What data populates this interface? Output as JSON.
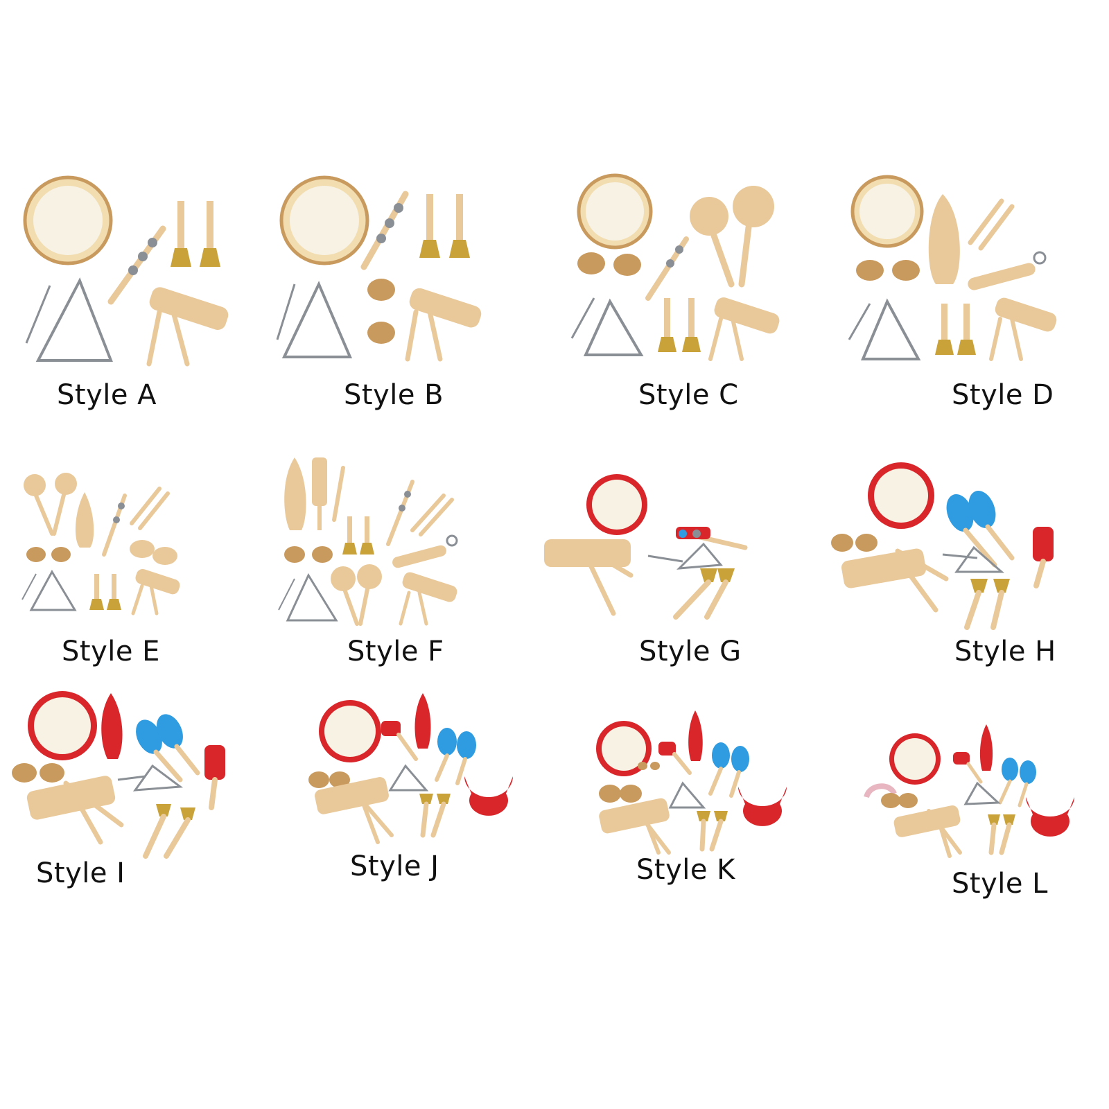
{
  "colors": {
    "wood": "#E9C99A",
    "wood_dark": "#C99A5E",
    "rim": "#F2DDB0",
    "red": "#D8262B",
    "blue": "#2F9BE0",
    "brass": "#C9A23A",
    "steel": "#8A8F96",
    "head": "#F7F2E4"
  },
  "variants": [
    {
      "id": "A",
      "label": "Style A"
    },
    {
      "id": "B",
      "label": "Style B"
    },
    {
      "id": "C",
      "label": "Style C"
    },
    {
      "id": "D",
      "label": "Style D"
    },
    {
      "id": "E",
      "label": "Style E"
    },
    {
      "id": "F",
      "label": "Style F"
    },
    {
      "id": "G",
      "label": "Style G"
    },
    {
      "id": "H",
      "label": "Style H"
    },
    {
      "id": "I",
      "label": "Style I"
    },
    {
      "id": "J",
      "label": "Style J"
    },
    {
      "id": "K",
      "label": "Style K"
    },
    {
      "id": "L",
      "label": "Style L"
    }
  ]
}
